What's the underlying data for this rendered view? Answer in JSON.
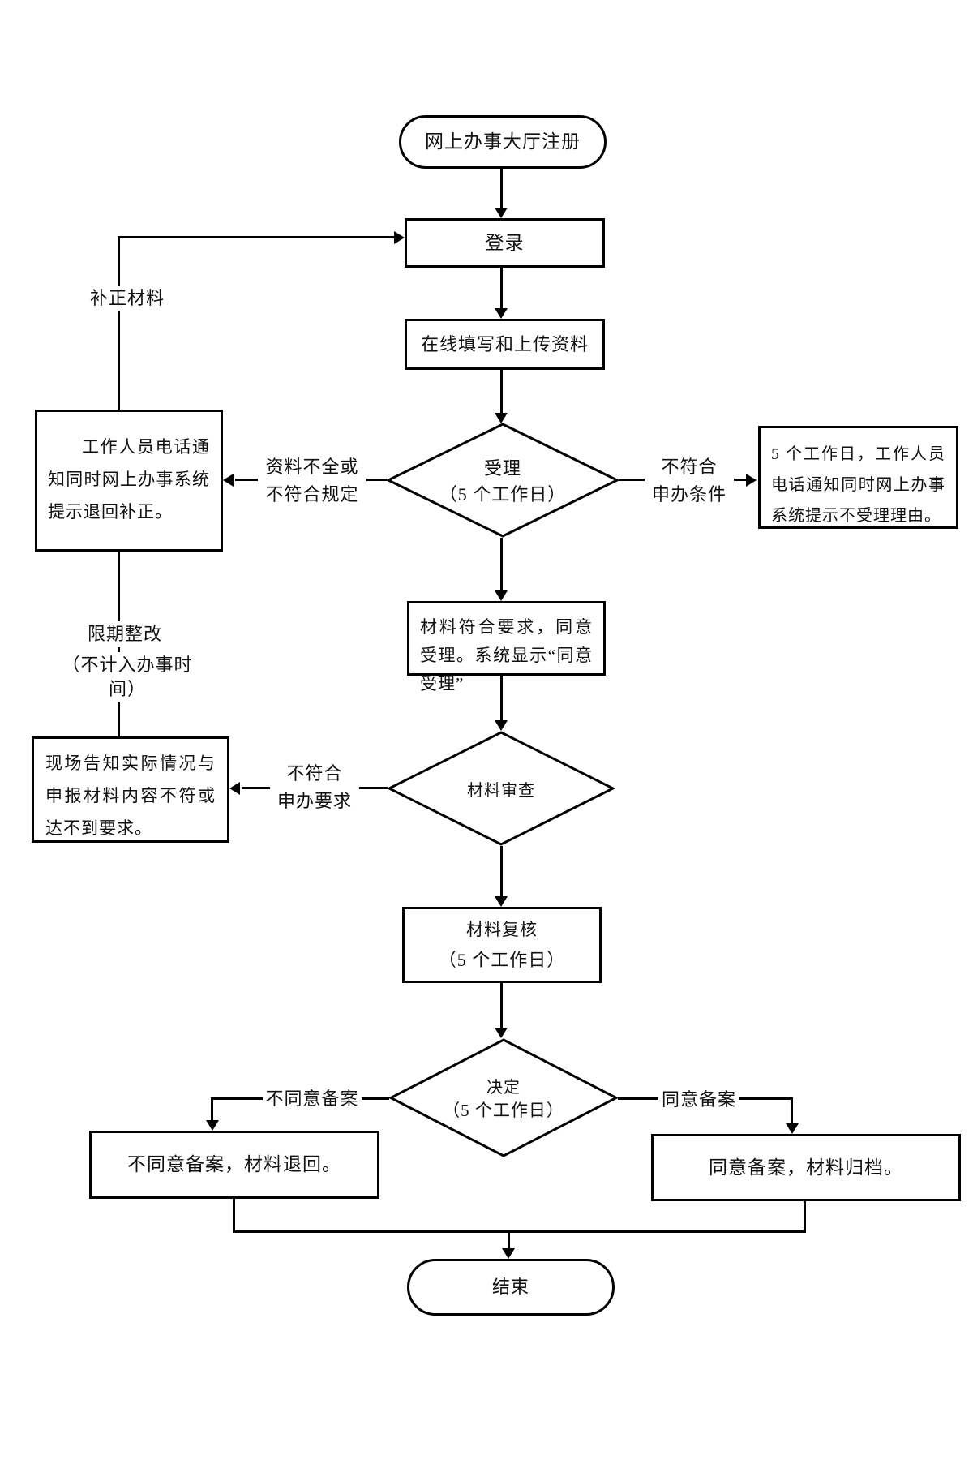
{
  "diagram": {
    "kind": "flowchart",
    "colors": {
      "line": "#000000",
      "background": "#ffffff",
      "text": "#111111"
    },
    "nodes": {
      "start": {
        "label": "网上办事大厅注册"
      },
      "login": {
        "label": "登录"
      },
      "fill_upload": {
        "label": "在线填写和上传资料"
      },
      "accept": {
        "title": "受理",
        "subtitle": "（5 个工作日）"
      },
      "notify_fix": {
        "text": "工作人员电话通知同时网上办事系统提示退回补正。"
      },
      "notify_reject": {
        "text": "5 个工作日，工作人员电话通知同时网上办事系统提示不受理理由。"
      },
      "agree_accept": {
        "text": "材料符合要求，同意受理。系统显示“同意受理”"
      },
      "material_review": {
        "label": "材料审查"
      },
      "onsite_inform": {
        "text": "现场告知实际情况与申报材料内容不符或达不到要求。"
      },
      "recheck": {
        "title": "材料复核",
        "subtitle": "（5 个工作日）"
      },
      "decide": {
        "title": "决定",
        "subtitle": "（5 个工作日）"
      },
      "reject_result": {
        "label": "不同意备案，材料退回。"
      },
      "approve_result": {
        "label": "同意备案，材料归档。"
      },
      "end": {
        "label": "结束"
      }
    },
    "edge_labels": {
      "fix_materials": {
        "line1": "补正材料"
      },
      "incomplete": {
        "line1": "资料不全或",
        "line2": "不符合规定"
      },
      "not_eligible": {
        "line1": "不符合",
        "line2": "申办条件"
      },
      "rectify": {
        "line1": "限期整改",
        "line2": "（不计入办事时间）"
      },
      "not_meet": {
        "line1": "不符合",
        "line2": "申办要求"
      },
      "disagree_record": {
        "line1": "不同意备案"
      },
      "agree_record": {
        "line1": "同意备案"
      }
    }
  }
}
